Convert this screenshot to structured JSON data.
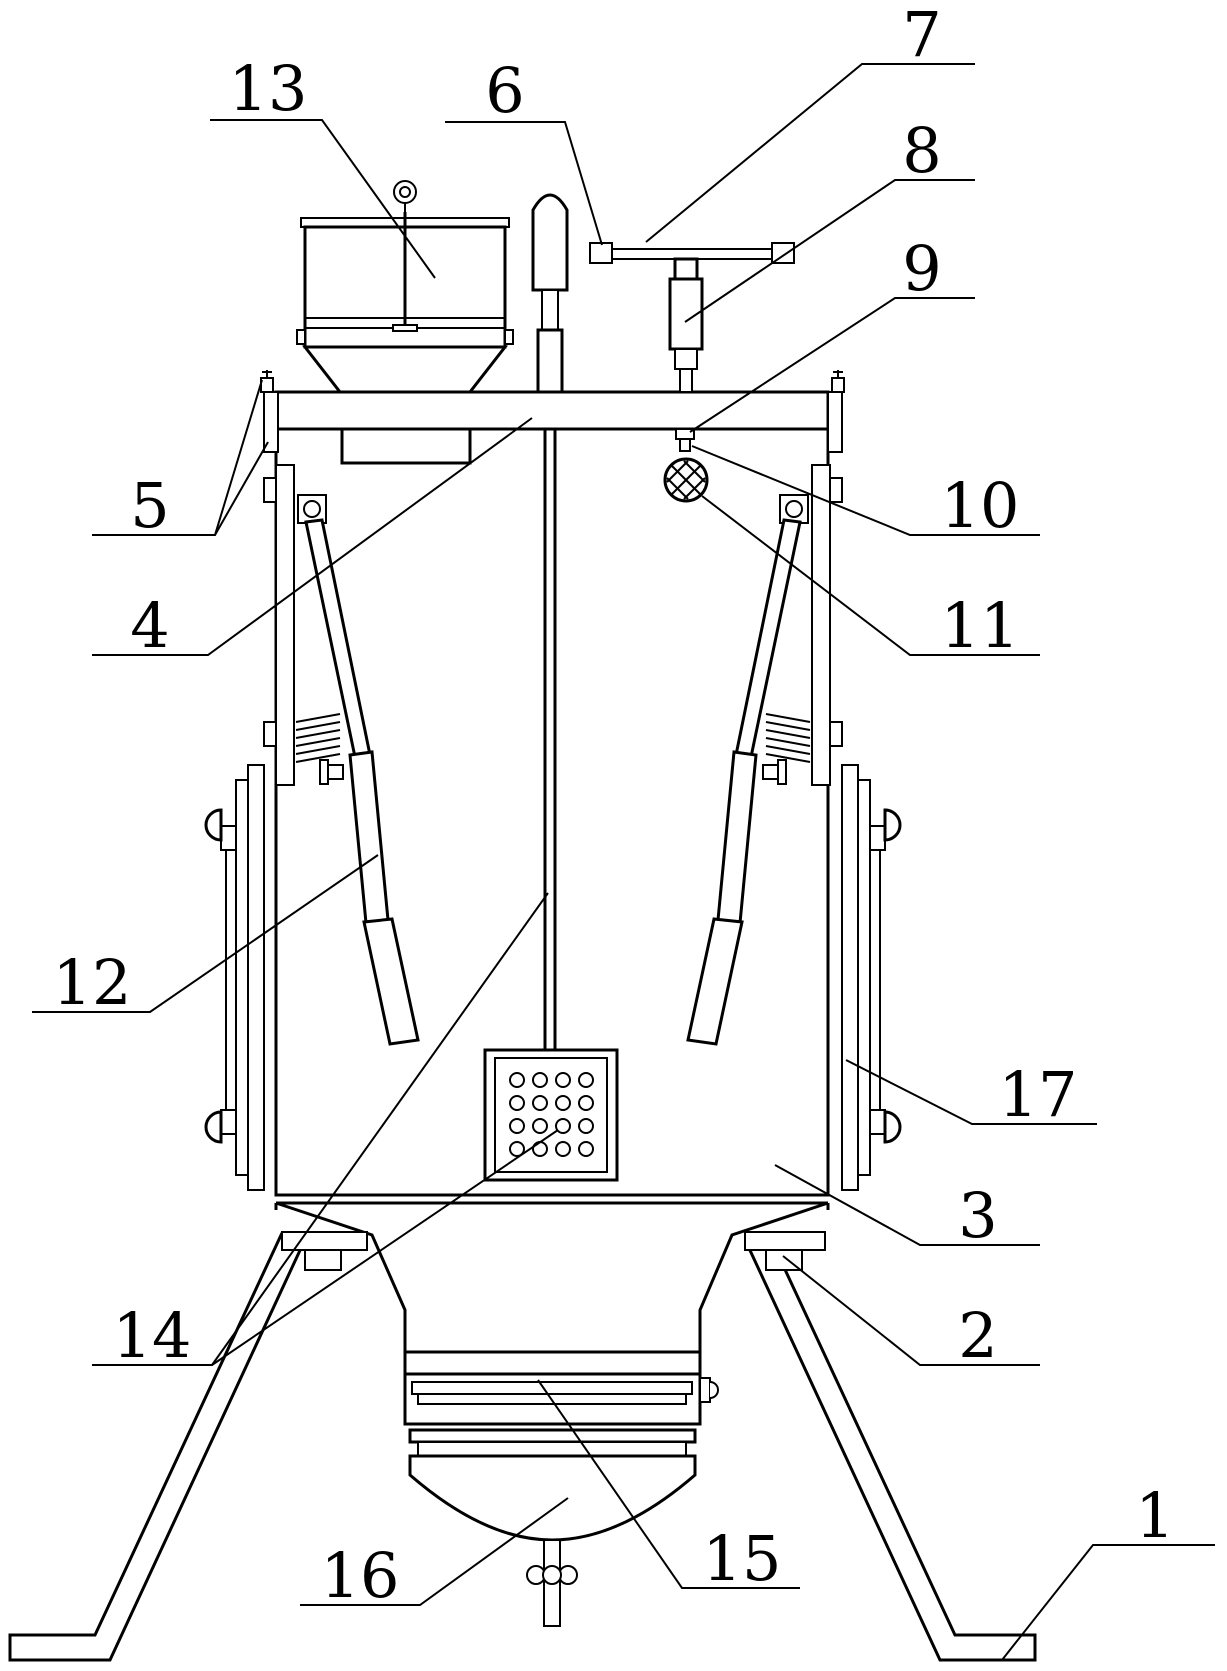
{
  "labels": {
    "l1": "1",
    "l2": "2",
    "l3": "3",
    "l4": "4",
    "l5": "5",
    "l6": "6",
    "l7": "7",
    "l8": "8",
    "l9": "9",
    "l10": "10",
    "l11": "11",
    "l12": "12",
    "l13": "13",
    "l14": "14",
    "l15": "15",
    "l16": "16",
    "l17": "17"
  },
  "colors": {
    "ink": "#000000",
    "paper": "#ffffff"
  }
}
